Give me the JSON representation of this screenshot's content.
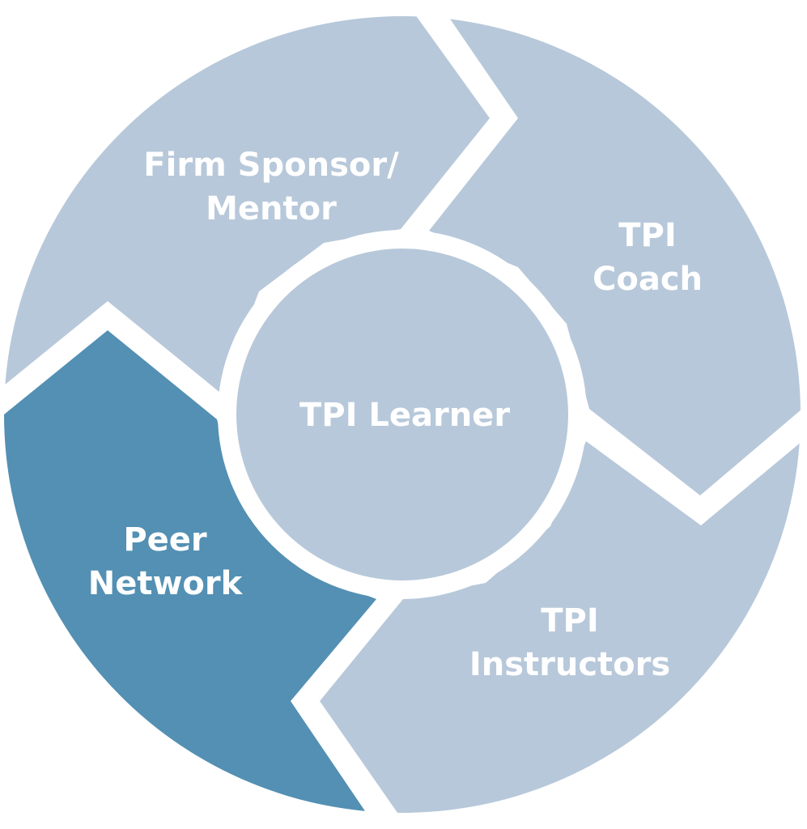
{
  "diagram": {
    "type": "cycle",
    "colors": {
      "segment_light": "#b7c8da",
      "segment_highlight": "#5390b3",
      "gap": "#ffffff",
      "text": "#ffffff"
    },
    "center": {
      "label": "TPI Learner"
    },
    "segments": [
      {
        "id": "firm-sponsor",
        "line1": "Firm Sponsor/",
        "line2": "Mentor",
        "highlighted": false
      },
      {
        "id": "tpi-coach",
        "line1": "TPI",
        "line2": "Coach",
        "highlighted": false
      },
      {
        "id": "tpi-instructors",
        "line1": "TPI",
        "line2": "Instructors",
        "highlighted": false
      },
      {
        "id": "peer-network",
        "line1": "Peer",
        "line2": "Network",
        "highlighted": true
      }
    ]
  }
}
